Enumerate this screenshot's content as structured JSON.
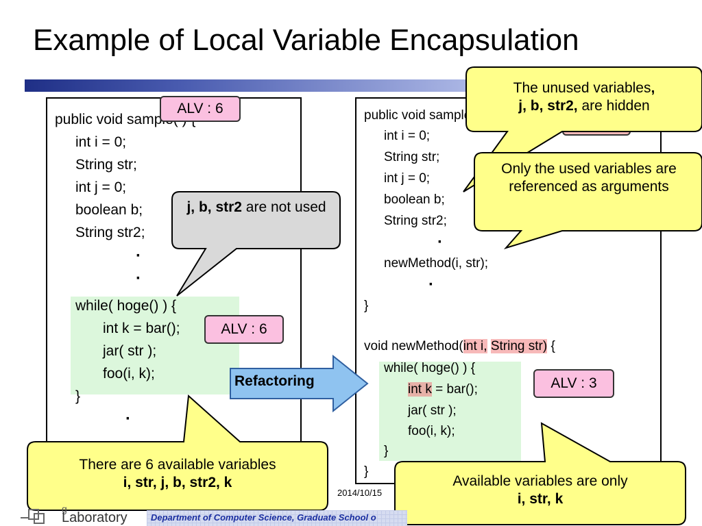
{
  "slide": {
    "title": "Example of Local Variable Encapsulation",
    "date": "2014/10/15",
    "footer": "Department of Computer Science, Graduate School o",
    "lab_name_partial": "g",
    "lab_name": "Laboratory"
  },
  "left_code": {
    "signature": "public void sample( ) {",
    "decls": [
      "int i = 0;",
      "String str;",
      "int j = 0;",
      "boolean b;",
      "String str2;"
    ],
    "dot": "·",
    "while_open": "while( hoge() ) {",
    "body": [
      "int k = bar();",
      "jar( str );",
      "foo(i, k);"
    ],
    "close": "}"
  },
  "right_code": {
    "signature": "public void sample( ) {",
    "decls": [
      "int i = 0;",
      "String str;",
      "int j = 0;",
      "boolean b;",
      "String str2;"
    ],
    "dot": "·",
    "call": "newMethod(i, str);",
    "close": "}",
    "method_prefix": "void newMethod(",
    "param1": "int i,",
    "param2": "String str)",
    "method_suffix": " {",
    "while_open": "while( hoge() ) {",
    "k_decl": "int k",
    "k_rest": " = bar();",
    "body": [
      "jar( str );",
      "foo(i, k);"
    ],
    "inner_close": "}"
  },
  "tags": {
    "alv_method": "ALV : 6",
    "alv_while": "ALV : 6",
    "alv_new": "ALV : 3"
  },
  "callouts": {
    "not_used_bold": "j, b, str2",
    "not_used_rest": " are not used",
    "available_line1": "There are 6 available variables",
    "available_line2": "i, str, j, b, str2, k",
    "hidden_line1_a": "The unused variables",
    "hidden_line1_b": ",",
    "hidden_bold": "j, b, str2,",
    "hidden_rest": " are hidden",
    "used_args": "Only the used variables are referenced as arguments",
    "only_line1": "Available variables are only",
    "only_line2": "i, str, k"
  },
  "arrow": {
    "label": "Refactoring"
  },
  "colors": {
    "title_bar": "#1f2f86",
    "callout_yellow": "#ffff8a",
    "callout_gray": "#d9d9d9",
    "tag_pink": "#fbc0e0",
    "highlight_red": "#f7b9b9",
    "code_green": "#dcf7dc",
    "arrow_blue": "#8fc3f0"
  }
}
